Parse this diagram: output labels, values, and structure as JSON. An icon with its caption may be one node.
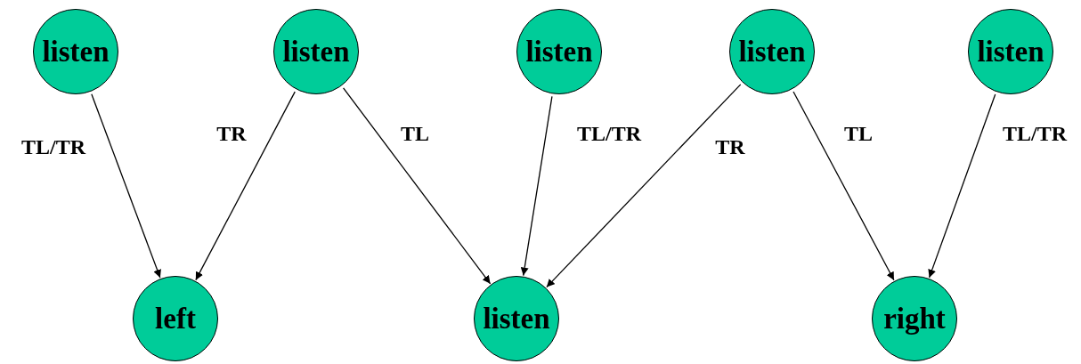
{
  "diagram": {
    "nodes": [
      {
        "text": [
          "listen"
        ]
      },
      {
        "text": [
          "listen"
        ]
      },
      {
        "text": [
          "listen"
        ]
      },
      {
        "text": [
          "listen"
        ]
      },
      {
        "text": [
          "listen"
        ]
      },
      {
        "text": [
          "left"
        ]
      },
      {
        "text": [
          "listen"
        ]
      },
      {
        "text": [
          "right"
        ]
      }
    ],
    "edges": [
      {
        "from": 0,
        "to": 5,
        "arrow": "to",
        "label": "TL/TR"
      },
      {
        "from": 1,
        "to": 5,
        "arrow": "to",
        "label": "TR"
      },
      {
        "from": 1,
        "to": 6,
        "arrow": "to",
        "label": "TL"
      },
      {
        "from": 2,
        "to": 6,
        "arrow": "to",
        "label": "TL/TR"
      },
      {
        "from": 3,
        "to": 6,
        "arrow": "to",
        "label": "TR"
      },
      {
        "from": 3,
        "to": 7,
        "arrow": "to",
        "label": "TL"
      },
      {
        "from": 4,
        "to": 7,
        "arrow": "to",
        "label": "TL/TR"
      }
    ]
  }
}
